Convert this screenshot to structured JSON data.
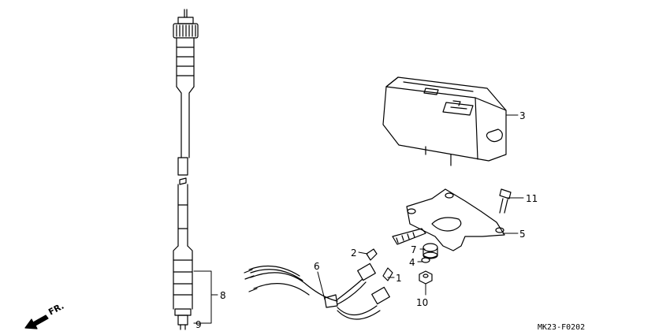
{
  "diagram": {
    "code": "MK23-F0202",
    "direction_label": "FR.",
    "callouts": {
      "c1": "1",
      "c2": "2",
      "c3": "3",
      "c4": "4",
      "c5": "5",
      "c6": "6",
      "c7": "7",
      "c8": "8",
      "c9": "9",
      "c10": "10",
      "c11": "11"
    }
  }
}
